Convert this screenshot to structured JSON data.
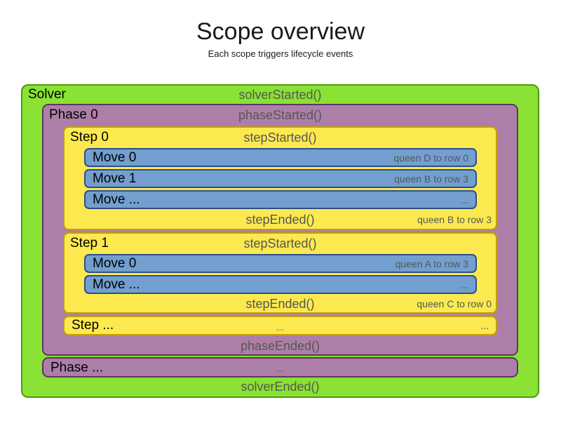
{
  "title": "Scope overview",
  "subtitle": "Each scope triggers lifecycle events",
  "colors": {
    "solver_fill": "#8AE234",
    "solver_border": "#4E9A06",
    "phase_fill": "#AD7FA8",
    "phase_border": "#5C3566",
    "step_fill": "#FCE94F",
    "step_border": "#C4A000",
    "move_fill": "#729FCF",
    "move_border": "#2A4F8F",
    "event_text": "#555753",
    "scope_label_text": "#000000"
  },
  "solver": {
    "label": "Solver",
    "started_event": "solverStarted()",
    "ended_event": "solverEnded()",
    "phases": [
      {
        "label": "Phase 0",
        "started_event": "phaseStarted()",
        "ended_event": "phaseEnded()",
        "steps": [
          {
            "label": "Step 0",
            "started_event": "stepStarted()",
            "ended_event": "stepEnded()",
            "ended_annotation": "queen B to row 3",
            "moves": [
              {
                "label": "Move 0",
                "annotation": "queen D to row 0"
              },
              {
                "label": "Move 1",
                "annotation": "queen B to row 3"
              },
              {
                "label": "Move ...",
                "annotation": "..."
              }
            ]
          },
          {
            "label": "Step 1",
            "started_event": "stepStarted()",
            "ended_event": "stepEnded()",
            "ended_annotation": "queen C to row 0",
            "moves": [
              {
                "label": "Move 0",
                "annotation": "queen A to row 3"
              },
              {
                "label": "Move ...",
                "annotation": "..."
              }
            ]
          },
          {
            "label": "Step ...",
            "center_text": "...",
            "right_text": "..."
          }
        ]
      },
      {
        "label": "Phase ...",
        "center_text": "..."
      }
    ]
  }
}
